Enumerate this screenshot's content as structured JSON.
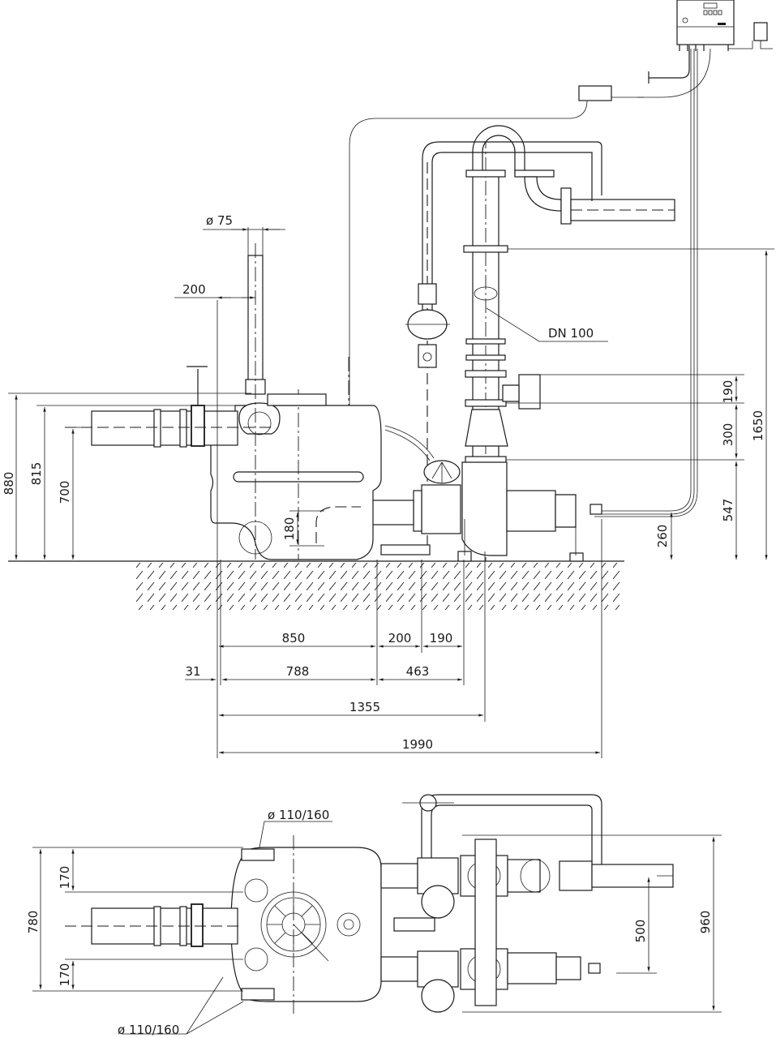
{
  "drawing": {
    "side_view": {
      "vent_diameter": "ø 75",
      "vent_offset": "200",
      "height_total": "880",
      "height_inlet_top": "815",
      "height_inlet_axis": "700",
      "height_low_inlet": "180",
      "pipe_label": "DN 100",
      "height_check_valve": "190",
      "height_gate_valve": "300",
      "height_pump_flange": "547",
      "height_overall_discharge": "1650",
      "height_cable": "260",
      "width_tank": "850",
      "width_pump_offset": "200",
      "width_valve_offset": "190",
      "offset_left": "31",
      "width_feet": "788",
      "width_to_pump": "463",
      "width_to_discharge": "1355",
      "width_total": "1990"
    },
    "plan_view": {
      "inlet_diameter_top": "ø 110/160",
      "inlet_diameter_bottom": "ø 110/160",
      "inlet_offset_top": "170",
      "tank_depth": "780",
      "inlet_offset_bottom": "170",
      "pump_spacing": "500",
      "total_depth": "960"
    }
  }
}
